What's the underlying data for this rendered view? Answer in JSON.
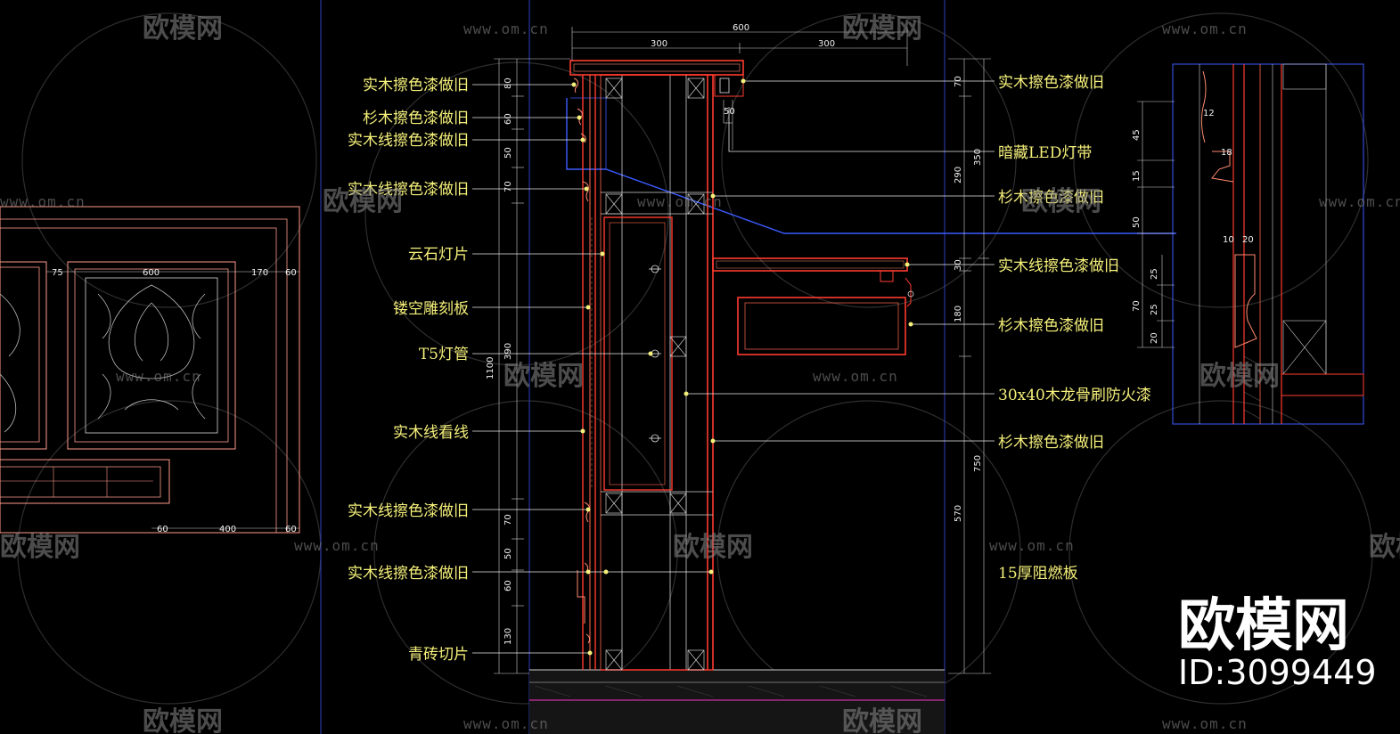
{
  "left_labels": [
    "实木擦色漆做旧",
    "杉木擦色漆做旧",
    "实木线擦色漆做旧",
    "实木线擦色漆做旧",
    "云石灯片",
    "镂空雕刻板",
    "T5灯管",
    "实木线看线",
    "实木线擦色漆做旧",
    "实木线擦色漆做旧",
    "青砖切片"
  ],
  "right_labels": [
    "实木擦色漆做旧",
    "暗藏LED灯带",
    "杉木擦色漆做旧",
    "实木线擦色漆做旧",
    "杉木擦色漆做旧",
    "30x40木龙骨刷防火漆",
    "杉木擦色漆做旧",
    "15厚阻燃板"
  ],
  "dims": {
    "top_total": "600",
    "top_left": "300",
    "top_right": "300",
    "left_col": [
      "80",
      "60",
      "50",
      "70",
      "390",
      "70",
      "50",
      "60",
      "130"
    ],
    "left_total": "1100",
    "right_col_a": [
      "70",
      "350",
      "290",
      "30",
      "180",
      "750",
      "570"
    ],
    "small": [
      "50"
    ],
    "panel": [
      "75",
      "600",
      "170",
      "60",
      "60",
      "400",
      "60"
    ],
    "detail": [
      "12",
      "45",
      "15",
      "50",
      "18",
      "10",
      "20",
      "25",
      "70",
      "25",
      "20"
    ]
  },
  "watermark": {
    "brand": "欧模网",
    "url": "www.om.cn",
    "id_text": "ID:3099449"
  },
  "colors": {
    "label": "#f5f07a",
    "structure": "#ff3b2f",
    "blue": "#3a5bff",
    "magenta": "#ff33cc",
    "dim": "#e8e8e8"
  }
}
